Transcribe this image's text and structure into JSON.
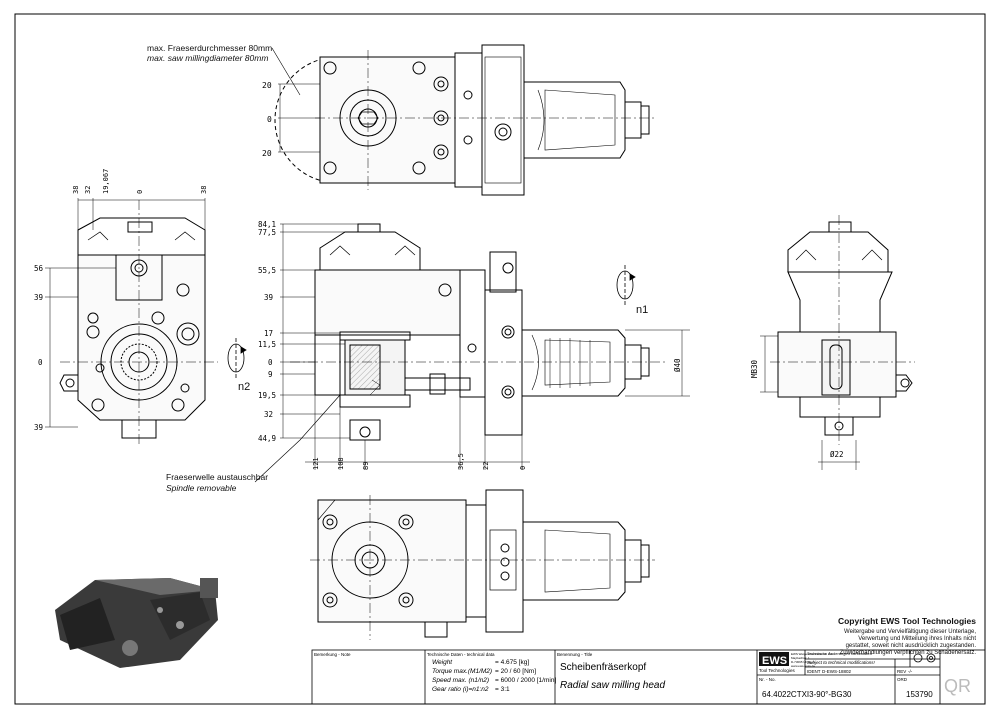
{
  "annotations": {
    "mill_diameter_de": "max. Fraeserdurchmesser 80mm",
    "mill_diameter_en": "max. saw millingdiameter 80mm",
    "spindle_de": "Fraeserwelle austauschbar",
    "spindle_en": "Spindle removable",
    "n1": "n1",
    "n2": "n2",
    "dia40": "Ø40",
    "dia22": "Ø22",
    "mb30": "MB30"
  },
  "dims": {
    "top_view": [
      "20",
      "0",
      "20"
    ],
    "left_top": [
      "38",
      "32",
      "19,067",
      "0",
      "38"
    ],
    "left_side": [
      "56",
      "39",
      "0",
      "39"
    ],
    "front_side": [
      "84,1",
      "77,5",
      "55,5",
      "39",
      "17",
      "11,5",
      "0",
      "9",
      "19,5",
      "32",
      "44,9"
    ],
    "front_bottom": [
      "121",
      "108",
      "89",
      "36,5",
      "22",
      "0"
    ]
  },
  "copyright": {
    "title": "Copyright EWS Tool Technologies",
    "lines": [
      "Weitergabe und Vervielfältigung dieser Unterlage,",
      "Verwertung und Mitteilung ihres Inhalts nicht",
      "gestattet, soweit nicht ausdrücklich zugestanden.",
      "Zuwiderhandlungen verpflichten zu Schadenersatz."
    ]
  },
  "title_block": {
    "remark_label": "Bemerkung - Note",
    "tech_label": "Technische Daten - technical data",
    "tech_rows": [
      {
        "k": "Weight",
        "v": "= 4.675 [kg]"
      },
      {
        "k": "Torque max.(M1/M2)",
        "v": "= 20 / 60 [Nm]"
      },
      {
        "k": "Speed max. (n1/n2)",
        "v": "= 6000 / 2000 [1/min]"
      },
      {
        "k": "Gear ratio (i)=n1:n2",
        "v": "= 3:1"
      }
    ],
    "desc_label": "Benennung - Title",
    "title_de": "Scheibenfräserkopf",
    "title_en": "Radial saw milling head",
    "logo": "EWS",
    "logo_sub": "Tool Technologies",
    "company_lines": [
      "EWS Weigele GmbH & Co. KG",
      "Maybachstr. 1",
      "D-73095 Uhingen",
      "www.ews-tools.de"
    ],
    "change_note_de": "Technische Änderungen vorbehalten",
    "change_note_en": "Subject to technical modifications!",
    "ident_label": "IDENT",
    "ident_value": "D-EWS-18802",
    "rev_label": "REV",
    "rev_value": "-/-",
    "no_label": "Nr. - No.",
    "drawing_no": "64.4022CTXI3-90°-BG30",
    "ord_label": "ORD",
    "order_no": "153790",
    "qr": "QR"
  }
}
